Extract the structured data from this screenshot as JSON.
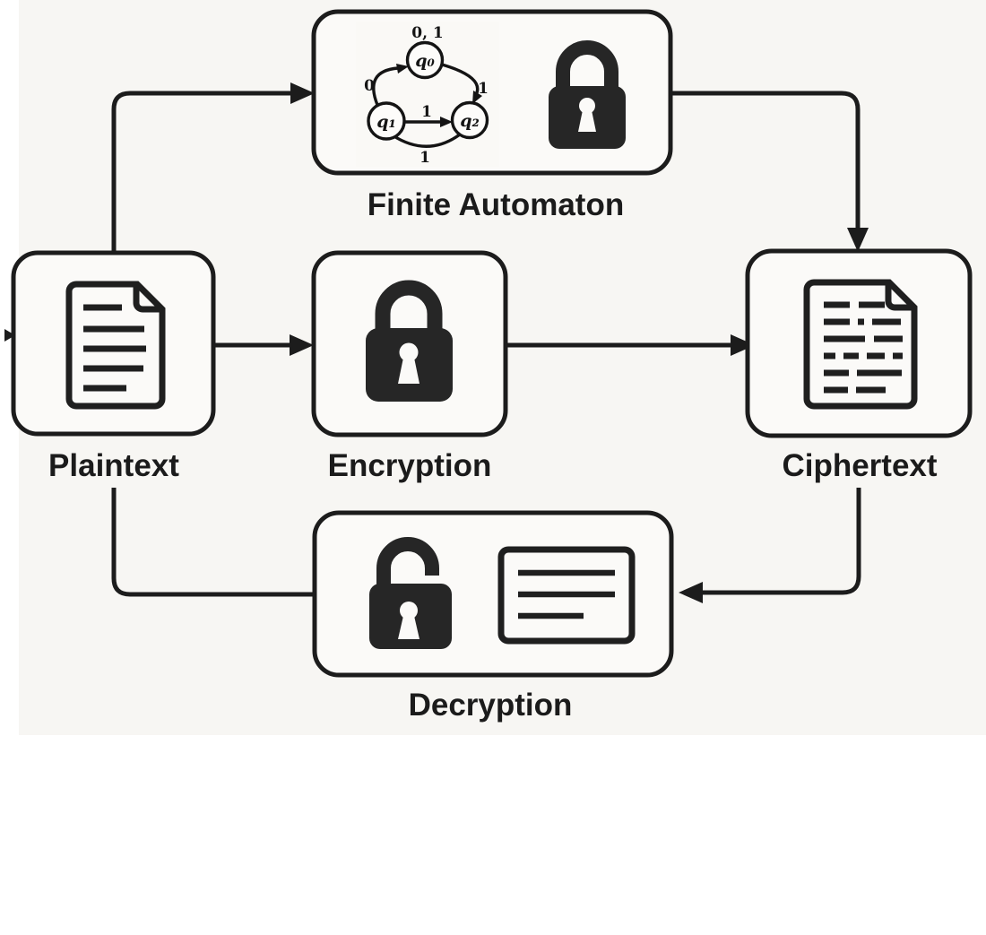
{
  "title": "Finite automaton encryption diagram",
  "colors": {
    "panel_background": "#f7f6f3",
    "canvas_background": "#ffffff",
    "line": "#1c1c1c",
    "box_fill": "#fbfaf8",
    "icon_fill": "#262626"
  },
  "nodes": {
    "finite_automaton": {
      "label": "Finite Automaton",
      "icon": "lock-closed-icon"
    },
    "plaintext": {
      "label": "Plaintext",
      "icon": "document-text-icon"
    },
    "encryption": {
      "label": "Encryption",
      "icon": "lock-closed-icon"
    },
    "ciphertext": {
      "label": "Ciphertext",
      "icon": "document-cipher-icon"
    },
    "decryption": {
      "label": "Decryption",
      "icon": "lock-open-icon, note-card-icon"
    }
  },
  "automaton": {
    "states": [
      {
        "id": "q0",
        "label": "q₀"
      },
      {
        "id": "q1",
        "label": "q₁"
      },
      {
        "id": "q2",
        "label": "q₂"
      }
    ],
    "state_annotation": {
      "state": "q0",
      "label": "0, 1"
    },
    "transitions": [
      {
        "from": "q1",
        "to": "q0",
        "label": "0"
      },
      {
        "from": "q0",
        "to": "q2",
        "label": "1"
      },
      {
        "from": "q1",
        "to": "q2",
        "label": "1"
      },
      {
        "from": "q1",
        "to": "q2",
        "label": "1",
        "path": "bottom-curve"
      }
    ]
  },
  "edges": [
    {
      "from": "plaintext",
      "to": "finite_automaton",
      "arrow": true
    },
    {
      "from": "finite_automaton",
      "to": "ciphertext",
      "arrow": true
    },
    {
      "from": "plaintext",
      "to": "encryption",
      "arrow": true
    },
    {
      "from": "encryption",
      "to": "ciphertext",
      "arrow": true
    },
    {
      "from": "ciphertext",
      "to": "decryption",
      "arrow": true
    },
    {
      "from": "decryption",
      "to": "plaintext",
      "arrow": false
    }
  ]
}
